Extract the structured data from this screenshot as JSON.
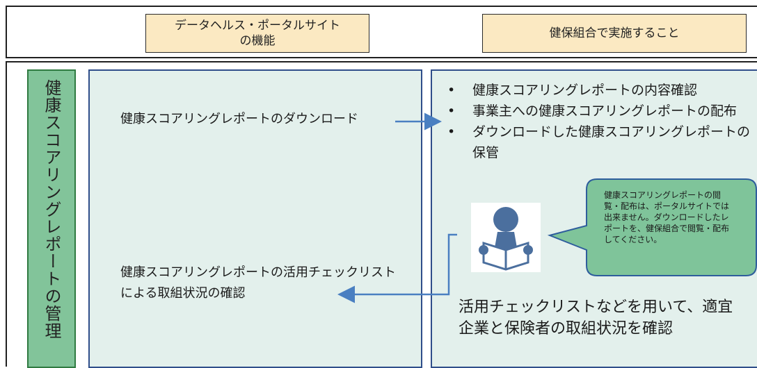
{
  "header": {
    "left_line1": "データヘルス・ポータルサイト",
    "left_line2": "の機能",
    "right": "健保組合で実施すること"
  },
  "management_label": "健康スコアリングレポートの管理",
  "left_panel": {
    "download": "健康スコアリングレポートのダウンロード",
    "check": "健康スコアリングレポートの活用チェックリストによる取組状況の確認"
  },
  "right_panel": {
    "bullets": [
      "健康スコアリングレポートの内容確認",
      "事業主への健康スコアリングレポートの配布",
      "ダウンロードした健康スコアリングレポートの保管"
    ],
    "callout": "健康スコアリングレポートの閲覧・配布は、ポータルサイトでは出来ません。ダウンロードしたレポートを、健保組合で閲覧・配布してください。",
    "bottom": "活用チェックリストなどを用いて、適宜企業と保険者の取組状況を確認"
  },
  "colors": {
    "header_fill": "#fbe9c2",
    "panel_fill": "#e3f0ec",
    "panel_border": "#2f4e8a",
    "label_fill": "#82c49a",
    "arrow": "#4a7fc1",
    "icon": "#4b6f9e",
    "callout_fill": "#7fc49a",
    "callout_border": "#2e5d9c"
  },
  "icons": [
    "person-reading-icon",
    "arrow-right",
    "arrow-left"
  ]
}
